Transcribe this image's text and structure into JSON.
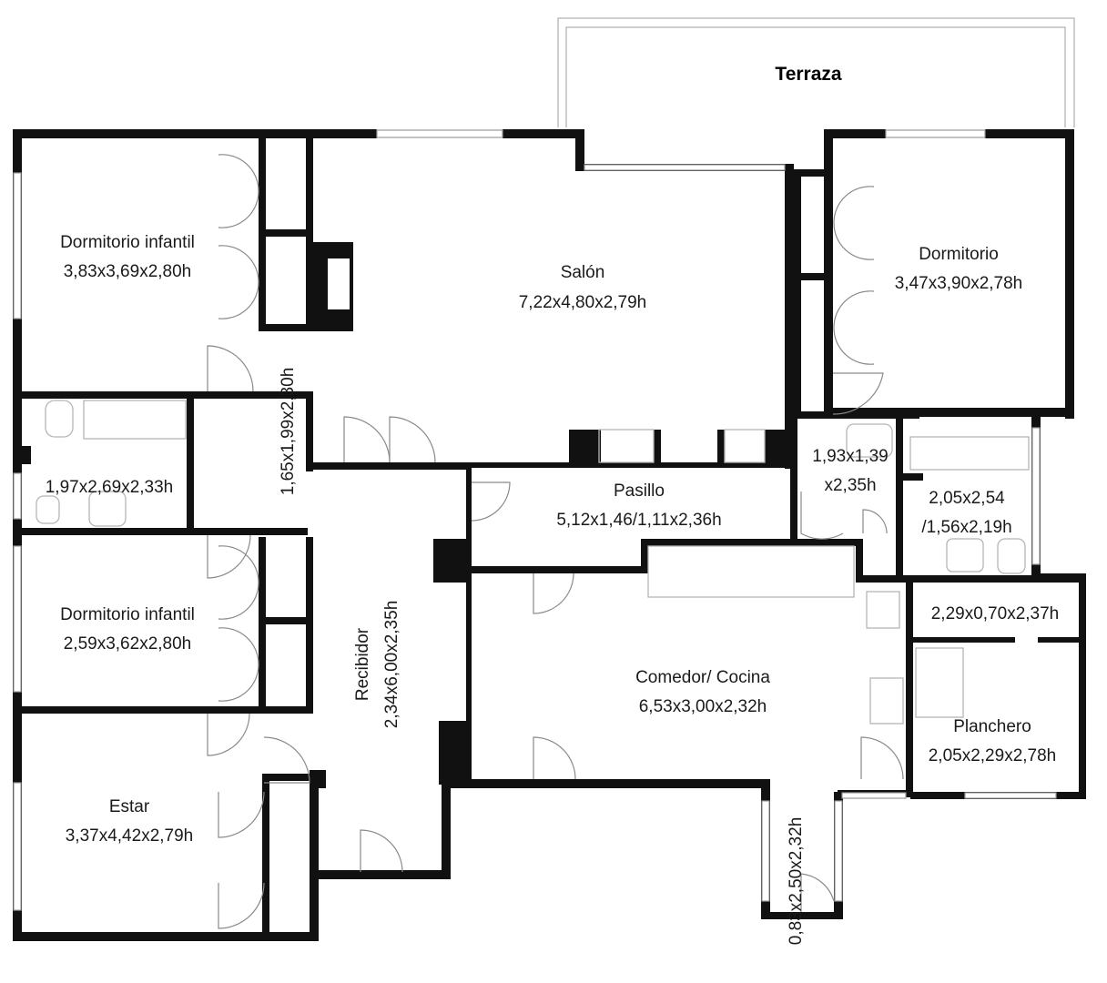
{
  "terrace": {
    "label": "Terraza"
  },
  "rooms": [
    {
      "id": "dormitorio-infantil-1",
      "name": "Dormitorio infantil",
      "dims": "3,83x3,69x2,80h"
    },
    {
      "id": "salon",
      "name": "Salón",
      "dims": "7,22x4,80x2,79h"
    },
    {
      "id": "dormitorio",
      "name": "Dormitorio",
      "dims": "3,47x3,90x2,78h"
    },
    {
      "id": "bano-1",
      "name": "",
      "dims": "1,97x2,69x2,33h"
    },
    {
      "id": "pasillo-corto",
      "name": "",
      "dims": "1,65x1,99x2,30h"
    },
    {
      "id": "pasillo",
      "name": "Pasillo",
      "dims": "5,12x1,46/1,11x2,36h"
    },
    {
      "id": "aseo",
      "name": "",
      "dims_line1": "1,93x1,39",
      "dims_line2": "x2,35h"
    },
    {
      "id": "bano-2",
      "name": "",
      "dims_line1": "2,05x2,54",
      "dims_line2": "/1,56x2,19h"
    },
    {
      "id": "dormitorio-infantil-2",
      "name": "Dormitorio infantil",
      "dims": "2,59x3,62x2,80h"
    },
    {
      "id": "recibidor",
      "name": "Recibidor",
      "dims": "2,34x6,00x2,35h"
    },
    {
      "id": "comedor-cocina",
      "name": "Comedor/ Cocina",
      "dims": "6,53x3,00x2,32h"
    },
    {
      "id": "armario",
      "name": "",
      "dims": "2,29x0,70x2,37h"
    },
    {
      "id": "planchero",
      "name": "Planchero",
      "dims": "2,05x2,29x2,78h"
    },
    {
      "id": "estar",
      "name": "Estar",
      "dims": "3,37x4,42x2,79h"
    },
    {
      "id": "pasillo-servicio",
      "name": "",
      "dims": "0,83x2,50x2,32h"
    }
  ]
}
